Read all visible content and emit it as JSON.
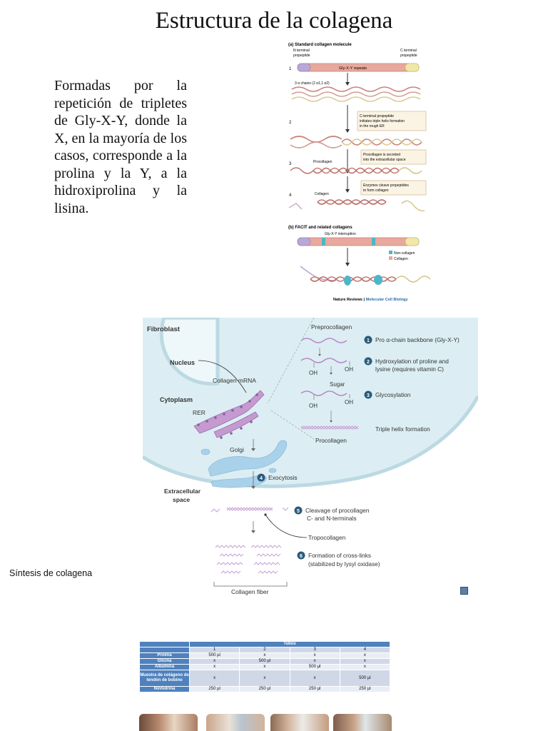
{
  "title": "Estructura de la colagena",
  "intro": "Formadas por la repetición de tripletes de Gly-X-Y, donde la X, en la mayoría de los casos, corresponde a la prolina y la Y, a la hidroxiprolina y la lisina.",
  "figA": {
    "a_label": "(a) Standard collagen molecule",
    "n_term": [
      "N terminal",
      "propeptide"
    ],
    "c_term": [
      "C terminal",
      "propeptide"
    ],
    "repeats": "Gly-X-Y repeats",
    "chains": "3 α chains (2 α1,1 α2)",
    "box1": [
      "C-terminal propeptide",
      "initiates triple helix formation",
      "in the rough ER"
    ],
    "box2": [
      "Procollagen is secreted",
      "into the extracellular space"
    ],
    "box3": [
      "Enzymes cleave propeptides",
      "to form collagen"
    ],
    "procollagen": "Procollagen",
    "collagen": "Collagen",
    "b_label": "(b) FACIT and related collagens",
    "interruption": "Gly-X-Y interruption",
    "legend_noncollagen": "Non-collagen",
    "legend_collagen": "Collagen",
    "steps": [
      "1",
      "2",
      "3",
      "4"
    ],
    "credit_a": "Nature Reviews",
    "credit_sep": " | ",
    "credit_b": "Molecular Cell Biology"
  },
  "figB": {
    "fibroblast": "Fibroblast",
    "nucleus": "Nucleus",
    "mrna": "Collagen mRNA",
    "cytoplasm": "Cytoplasm",
    "rer": "RER",
    "golgi": "Golgi",
    "extracellular": [
      "Extracellular",
      "space"
    ],
    "preprocollagen": "Preprocollagen",
    "step1": "Pro α-chain backbone (Gly-X-Y)",
    "step2": [
      "Hydroxylation of proline and",
      "lysine (requires vitamin C)"
    ],
    "oh": "OH",
    "sugar": "Sugar",
    "step3": "Glycosylation",
    "triple": "Triple helix formation",
    "procollagen": "Procollagen",
    "step4": "Exocytosis",
    "step5": [
      "Cleavage of procollagen",
      "C- and N-terminals"
    ],
    "tropocollagen": "Tropocollagen",
    "step6": [
      "Formation of cross-links",
      "(stabilized by lysyl oxidase)"
    ],
    "fiber": "Collagen fiber",
    "nums": [
      "1",
      "2",
      "3",
      "4",
      "5",
      "6"
    ]
  },
  "caption": "Síntesis de colagena",
  "table": {
    "group_header": "Tubos",
    "columns": [
      "1",
      "2",
      "3",
      "4"
    ],
    "rows": [
      {
        "label": "Prolina",
        "cells": [
          "500 µl",
          "x",
          "x",
          "x"
        ]
      },
      {
        "label": "Glicina",
        "cells": [
          "x",
          "500 µl",
          "x",
          "x"
        ]
      },
      {
        "label": "Albumina",
        "cells": [
          "x",
          "x",
          "500 µl",
          "x"
        ]
      },
      {
        "label": "Muestra de colágeno de tendón de bobino",
        "cells": [
          "x",
          "x",
          "x",
          "500 µl"
        ]
      },
      {
        "label": "Ninhidrina",
        "cells": [
          "250 µl",
          "250 µl",
          "250 µl",
          "250 µl"
        ]
      }
    ]
  },
  "colors": {
    "helix_red": "#c97f77",
    "helix_yellow": "#d8c98e",
    "cell_blue": "#dceef3",
    "rer_purple": "#c49ad0",
    "golgi_blue": "#a9d1ea",
    "table_header": "#4f81bd",
    "step_badge": "#2a5b7a"
  }
}
